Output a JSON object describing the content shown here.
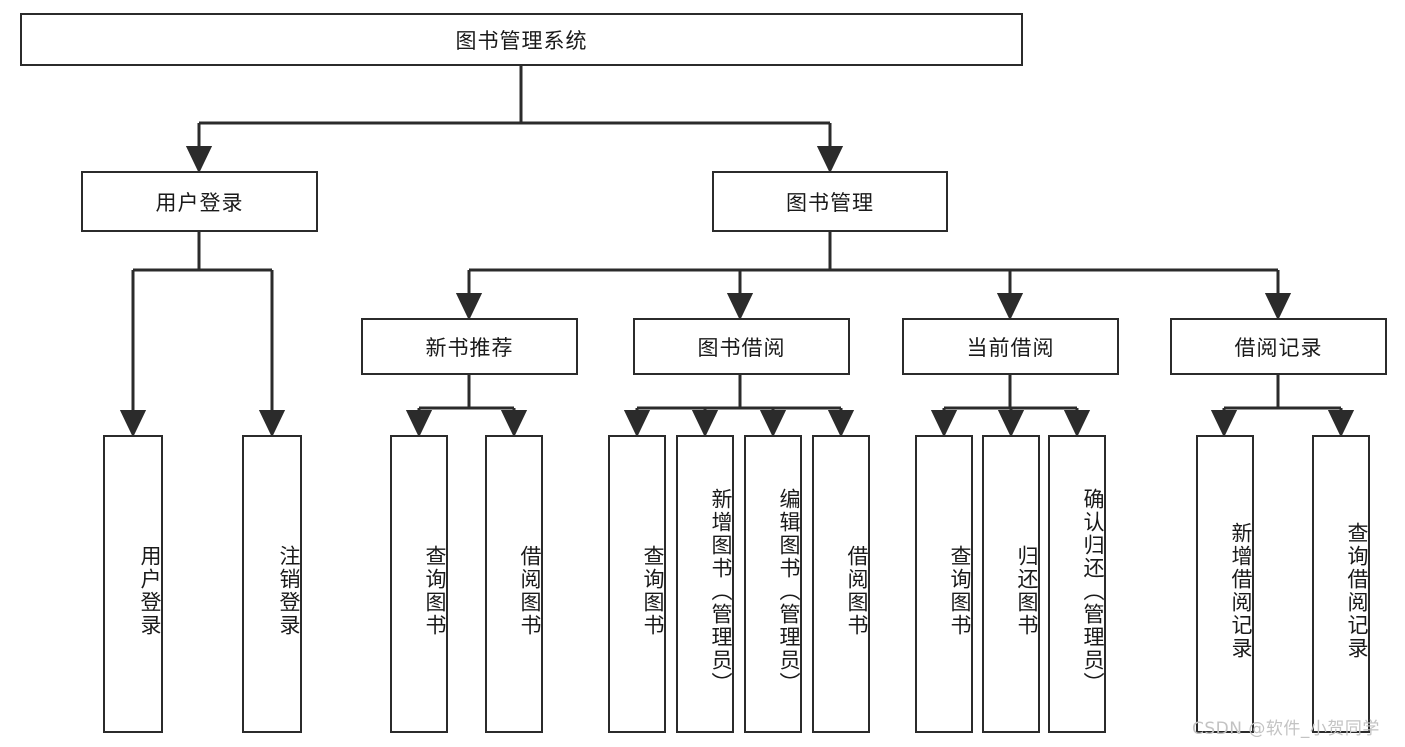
{
  "diagram": {
    "title": "图书管理系统",
    "type": "hierarchy-tree",
    "root": {
      "label": "图书管理系统"
    },
    "level1": [
      {
        "label": "用户登录"
      },
      {
        "label": "图书管理"
      }
    ],
    "level2": [
      {
        "label": "新书推荐"
      },
      {
        "label": "图书借阅"
      },
      {
        "label": "当前借阅"
      },
      {
        "label": "借阅记录"
      }
    ],
    "leaves": [
      {
        "label": "用户登录",
        "parent": "用户登录"
      },
      {
        "label": "注销登录",
        "parent": "用户登录"
      },
      {
        "label": "查询图书",
        "parent": "新书推荐"
      },
      {
        "label": "借阅图书",
        "parent": "新书推荐"
      },
      {
        "label": "查询图书",
        "parent": "图书借阅"
      },
      {
        "label": "新增图书（管理员）",
        "parent": "图书借阅"
      },
      {
        "label": "编辑图书（管理员）",
        "parent": "图书借阅"
      },
      {
        "label": "借阅图书",
        "parent": "图书借阅"
      },
      {
        "label": "查询图书",
        "parent": "当前借阅"
      },
      {
        "label": "归还图书",
        "parent": "当前借阅"
      },
      {
        "label": "确认归还（管理员）",
        "parent": "当前借阅"
      },
      {
        "label": "新增借阅记录",
        "parent": "借阅记录"
      },
      {
        "label": "查询借阅记录",
        "parent": "借阅记录"
      }
    ]
  },
  "watermark": {
    "text": "CSDN @软件_小贺同学"
  },
  "colors": {
    "border": "#2b2b2b",
    "background": "#ffffff",
    "text": "#1a1a1a",
    "watermark": "#c3c3c3"
  }
}
